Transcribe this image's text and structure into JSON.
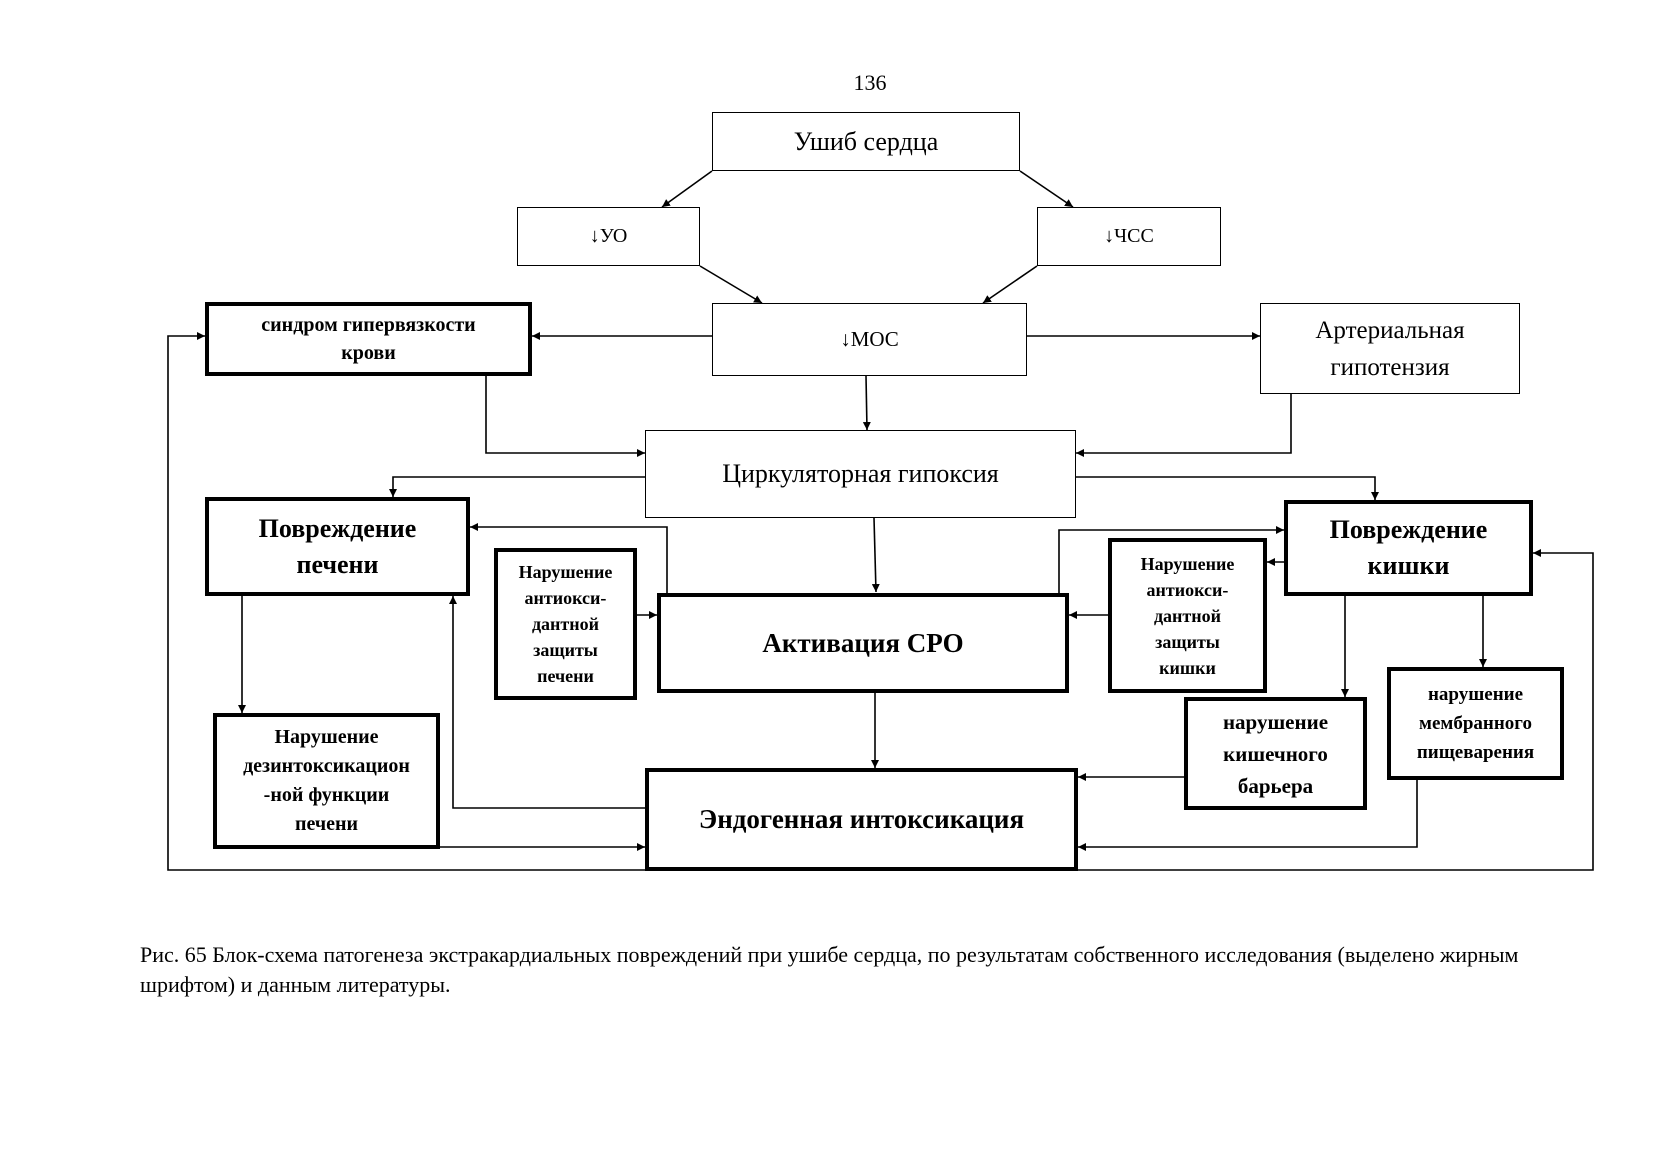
{
  "page_number": "136",
  "nodes": {
    "heart_contusion": "Ушиб сердца",
    "stroke_volume": "↓УО",
    "heart_rate": "↓ЧСС",
    "minute_volume": "↓МОС",
    "hyperviscosity": "синдром гипервязкости\nкрови",
    "arterial_hypotension": "Артериальная\nгипотензия",
    "circulatory_hypoxia": "Циркуляторная гипоксия",
    "liver_damage": "Повреждение\nпечени",
    "intestine_damage": "Повреждение\nкишки",
    "liver_antioxidant": "Нарушение\nантиокси-\nдантной\nзащиты\nпечени",
    "fro_activation": "Активация СРО",
    "intestine_antioxidant": "Нарушение\nантиокси-\nдантной\nзащиты\nкишки",
    "liver_detox": "Нарушение\nдезинтоксикацион\n-ной функции\nпечени",
    "intestinal_barrier": "нарушение\nкишечного\nбарьера",
    "membrane_digestion": "нарушение\nмембранного\nпищеварения",
    "endogenous_intoxication": "Эндогенная интоксикация"
  },
  "caption": "Рис. 65 Блок-схема патогенеза экстракардиальных повреждений при ушибе сердца, по результатам собственного исследования (выделено жирным шрифтом) и данным литературы."
}
